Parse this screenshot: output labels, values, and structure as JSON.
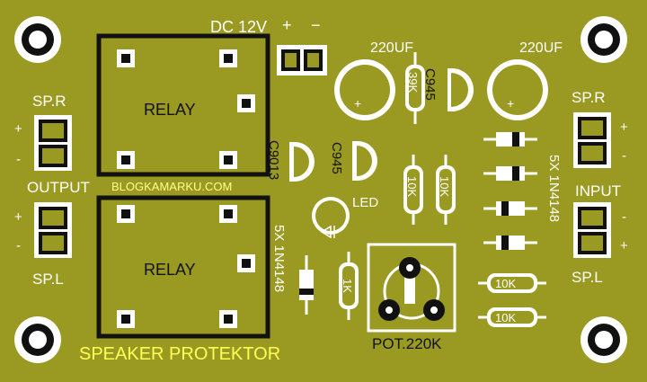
{
  "colors": {
    "board": "#9a9a22",
    "silk": "#ffffff",
    "copper": "#111111",
    "title": "#ffff55",
    "site": "#ffff88"
  },
  "power": {
    "label": "DC 12V",
    "plus": "+",
    "minus": "−"
  },
  "caps": {
    "c1": "220UF",
    "c2": "220UF"
  },
  "transistors": {
    "q_top": "C945",
    "q_mid": "C945",
    "q_left": "C9013"
  },
  "resistors": {
    "r39k": "39K",
    "r10k_a": "10K",
    "r10k_b": "10K",
    "r1k": "1K",
    "r10k_c": "10K",
    "r10k_d": "10K"
  },
  "diodes": {
    "left_label": "5X 1N4148",
    "right_label": "5X 1N4148"
  },
  "relays": {
    "top": "RELAY",
    "bottom": "RELAY"
  },
  "led": "LED",
  "pot": "POT.220K",
  "connectors": {
    "spr_left": "SP.R",
    "spl_left": "SP.L",
    "output": "OUTPUT",
    "spr_right": "SP.R",
    "spl_right": "SP.L",
    "input": "INPUT",
    "plus": "+",
    "minus": "-"
  },
  "website": "BLOGKAMARKU.COM",
  "title": "SPEAKER PROTEKTOR"
}
